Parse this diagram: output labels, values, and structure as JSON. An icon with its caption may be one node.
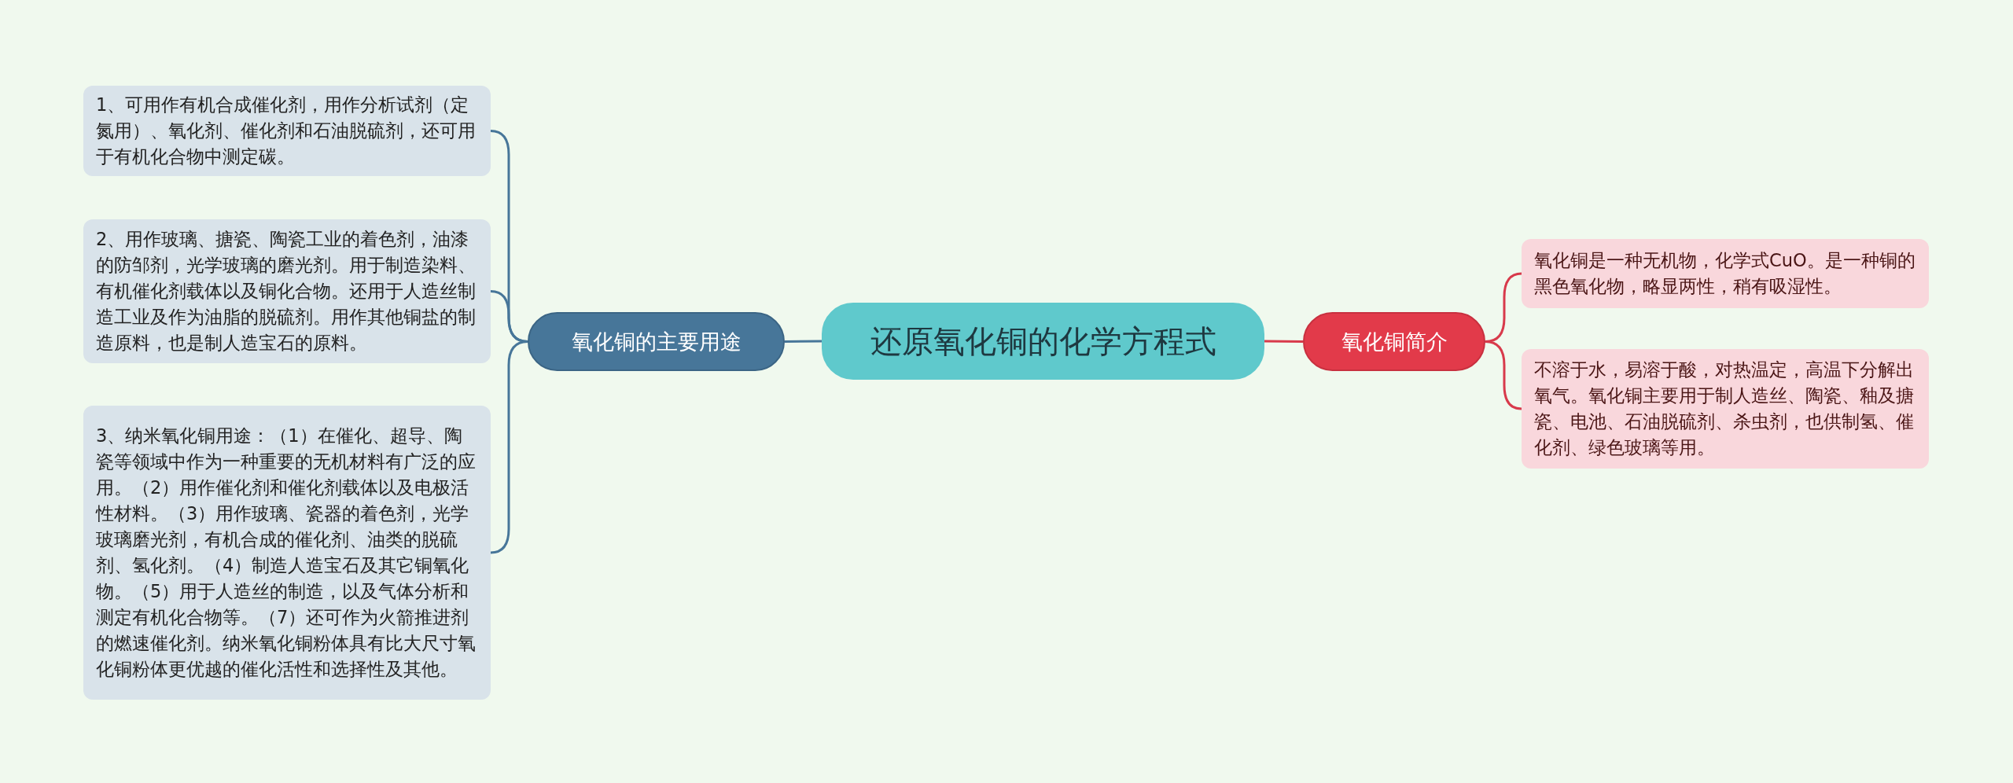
{
  "diagram": {
    "nodes": [
      {
        "text": [
          "还原氧化铜的化学方程式"
        ]
      },
      {
        "text": [
          "氧化铜的主要用途"
        ]
      },
      {
        "text": [
          "1、可用作有机合成催化剂，用作分析试剂（定氮用）、氧化剂、催化剂和石油脱硫剂，还可用于有机化合物中测定碳。"
        ]
      },
      {
        "text": [
          "2、用作玻璃、搪瓷、陶瓷工业的着色剂，油漆的防邹剂，光学玻璃的磨光剂。用于制造染料、有机催化剂载体以及铜化合物。还用于人造丝制造工业及作为油脂的脱硫剂。用作其他铜盐的制造原料，也是制人造宝石的原料。"
        ]
      },
      {
        "text": [
          "3、纳米氧化铜用途：（1）在催化、超导、陶瓷等领域中作为一种重要的无机材料有广泛的应用。（2）用作催化剂和催化剂载体以及电极活性材料。（3）用作玻璃、瓷器的着色剂，光学玻璃磨光剂，有机合成的催化剂、油类的脱硫剂、氢化剂。（4）制造人造宝石及其它铜氧化物。（5）用于人造丝的制造，以及气体分析和测定有机化合物等。（7）还可作为火箭推进剂的燃速催化剂。纳米氧化铜粉体具有比大尺寸氧化铜粉体更优越的催化活性和选择性及其他。"
        ]
      },
      {
        "text": [
          "氧化铜简介"
        ]
      },
      {
        "text": [
          "氧化铜是一种无机物，化学式CuO。是一种铜的黑色氧化物，略显两性，稍有吸湿性。"
        ]
      },
      {
        "text": [
          "不溶于水，易溶于酸，对热温定，高温下分解出氧气。氧化铜主要用于制人造丝、陶瓷、釉及搪瓷、电池、石油脱硫剂、杀虫剂，也供制氢、催化剂、绿色玻璃等用。"
        ]
      }
    ],
    "edges": [
      {
        "from": 0,
        "to": 1,
        "arrow": "none"
      },
      {
        "from": 1,
        "to": 2,
        "arrow": "none"
      },
      {
        "from": 1,
        "to": 3,
        "arrow": "none"
      },
      {
        "from": 1,
        "to": 4,
        "arrow": "none"
      },
      {
        "from": 0,
        "to": 5,
        "arrow": "none",
        "color": "#d83a4b"
      },
      {
        "from": 5,
        "to": 6,
        "arrow": "none",
        "color": "#d83a4b"
      },
      {
        "from": 5,
        "to": 7,
        "arrow": "none",
        "color": "#d83a4b"
      }
    ]
  }
}
